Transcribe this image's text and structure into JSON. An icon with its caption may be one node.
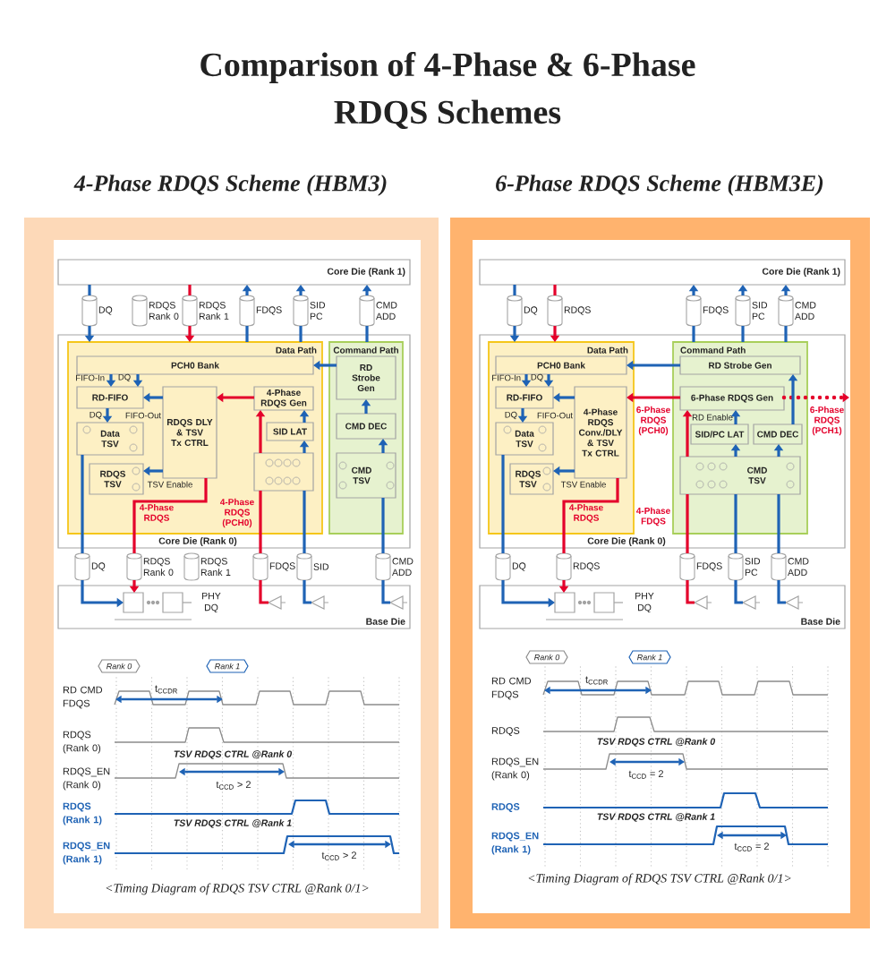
{
  "diagram": {
    "title": "Comparison of 4-Phase & 6-Phase RDQS Schemes",
    "nodes": [
      {
        "text": [
          "4-Phase RDQS Scheme (HBM3)"
        ]
      },
      {
        "text": [
          "Core Die (Rank 1)"
        ],
        "in": 0
      },
      {
        "text": [
          "Core Die (Rank 0)"
        ],
        "in": 0
      },
      {
        "text": [
          "Data Path"
        ],
        "in": 2
      },
      {
        "text": [
          "Command Path"
        ],
        "in": 2
      },
      {
        "text": [
          "PCH0 Bank"
        ],
        "in": 3
      },
      {
        "text": [
          "RD-FIFO"
        ],
        "in": 3
      },
      {
        "text": [
          "Data TSV"
        ],
        "in": 3
      },
      {
        "text": [
          "RDQS TSV"
        ],
        "in": 3
      },
      {
        "text": [
          "RDQS DLY & TSV Tx CTRL"
        ],
        "in": 3
      },
      {
        "text": [
          "4-Phase RDQS Gen"
        ],
        "in": 3
      },
      {
        "text": [
          "SID LAT"
        ],
        "in": 3
      },
      {
        "text": [],
        "shape": "box",
        "in": 3
      },
      {
        "text": [
          "RD Strobe Gen"
        ],
        "in": 4
      },
      {
        "text": [
          "CMD DEC"
        ],
        "in": 4
      },
      {
        "text": [
          "CMD TSV"
        ],
        "in": 4
      },
      {
        "text": [
          "Base Die"
        ],
        "in": 0
      },
      {
        "text": [],
        "shape": "box",
        "in": 16
      },
      {
        "text": [],
        "shape": "box",
        "in": 16
      },
      {
        "text": [],
        "shape": "cylinder",
        "beside": [
          "DQ"
        ],
        "in": 0
      },
      {
        "text": [],
        "shape": "cylinder",
        "beside": [
          "RDQS Rank 0"
        ],
        "in": 0
      },
      {
        "text": [],
        "shape": "cylinder",
        "beside": [
          "RDQS Rank 1"
        ],
        "in": 0
      },
      {
        "text": [],
        "shape": "cylinder",
        "beside": [
          "FDQS"
        ],
        "in": 0
      },
      {
        "text": [],
        "shape": "cylinder",
        "beside": [
          "SID PC"
        ],
        "in": 0
      },
      {
        "text": [],
        "shape": "cylinder",
        "beside": [
          "CMD ADD"
        ],
        "in": 0
      },
      {
        "text": [],
        "shape": "cylinder",
        "beside": [
          "DQ"
        ],
        "in": 0
      },
      {
        "text": [],
        "shape": "cylinder",
        "beside": [
          "RDQS Rank 0"
        ],
        "in": 0
      },
      {
        "text": [],
        "shape": "cylinder",
        "beside": [
          "RDQS Rank 1"
        ],
        "in": 0
      },
      {
        "text": [],
        "shape": "cylinder",
        "beside": [
          "FDQS"
        ],
        "in": 0
      },
      {
        "text": [],
        "shape": "cylinder",
        "beside": [
          "SID"
        ],
        "in": 0
      },
      {
        "text": [],
        "shape": "cylinder",
        "beside": [
          "CMD ADD"
        ],
        "in": 0
      },
      {
        "text": [
          "Rank 0"
        ],
        "in": 0
      },
      {
        "text": [
          "Rank 1"
        ],
        "in": 0
      },
      {
        "text": [
          "6-Phase RDQS Scheme (HBM3E)"
        ]
      },
      {
        "text": [
          "Core Die (Rank 1)"
        ],
        "in": 33
      },
      {
        "text": [
          "Core Die (Rank 0)"
        ],
        "in": 33
      },
      {
        "text": [
          "Data Path"
        ],
        "in": 35
      },
      {
        "text": [
          "Command Path"
        ],
        "in": 35
      },
      {
        "text": [
          "PCH0 Bank"
        ],
        "in": 36
      },
      {
        "text": [
          "RD-FIFO"
        ],
        "in": 36
      },
      {
        "text": [
          "Data TSV"
        ],
        "in": 36
      },
      {
        "text": [
          "RDQS TSV"
        ],
        "in": 36
      },
      {
        "text": [
          "4-Phase RDQS Conv./DLY & TSV Tx CTRL"
        ],
        "in": 36
      },
      {
        "text": [
          "RD Strobe Gen"
        ],
        "in": 37
      },
      {
        "text": [
          "6-Phase RDQS Gen"
        ],
        "in": 37
      },
      {
        "text": [
          "SID/PC LAT"
        ],
        "in": 37
      },
      {
        "text": [
          "CMD DEC"
        ],
        "in": 37
      },
      {
        "text": [
          "CMD TSV"
        ],
        "in": 37
      },
      {
        "text": [
          "Base Die"
        ],
        "in": 33
      },
      {
        "text": [],
        "shape": "box",
        "in": 48
      },
      {
        "text": [],
        "shape": "box",
        "in": 48
      },
      {
        "text": [],
        "shape": "cylinder",
        "beside": [
          "DQ"
        ],
        "in": 33
      },
      {
        "text": [],
        "shape": "cylinder",
        "beside": [
          "RDQS"
        ],
        "in": 33
      },
      {
        "text": [],
        "shape": "cylinder",
        "beside": [
          "FDQS"
        ],
        "in": 33
      },
      {
        "text": [],
        "shape": "cylinder",
        "beside": [
          "SID PC"
        ],
        "in": 33
      },
      {
        "text": [],
        "shape": "cylinder",
        "beside": [
          "CMD ADD"
        ],
        "in": 33
      },
      {
        "text": [],
        "shape": "cylinder",
        "beside": [
          "DQ"
        ],
        "in": 33
      },
      {
        "text": [],
        "shape": "cylinder",
        "beside": [
          "RDQS"
        ],
        "in": 33
      },
      {
        "text": [],
        "shape": "cylinder",
        "beside": [
          "FDQS"
        ],
        "in": 33
      },
      {
        "text": [],
        "shape": "cylinder",
        "beside": [
          "SID PC"
        ],
        "in": 33
      },
      {
        "text": [],
        "shape": "cylinder",
        "beside": [
          "CMD ADD"
        ],
        "in": 33
      },
      {
        "text": [
          "Rank 0"
        ],
        "in": 33
      },
      {
        "text": [
          "Rank 1"
        ],
        "in": 33
      },
      {
        "text": [],
        "shape": "triangle",
        "in": 16
      },
      {
        "text": [],
        "shape": "triangle",
        "in": 16
      },
      {
        "text": [],
        "shape": "triangle",
        "in": 16
      },
      {
        "text": [],
        "shape": "triangle",
        "in": 48
      },
      {
        "text": [],
        "shape": "triangle",
        "in": 48
      },
      {
        "text": [],
        "shape": "triangle",
        "in": 48
      }
    ],
    "edges": [
      {
        "from": 1,
        "to": 19,
        "arrow": "none"
      },
      {
        "from": 19,
        "to": 3,
        "arrow": "to"
      },
      {
        "from": 1,
        "to": 21,
        "arrow": "none",
        "color": "#e4002b"
      },
      {
        "from": 21,
        "to": 3,
        "arrow": "to",
        "color": "#e4002b"
      },
      {
        "from": 3,
        "to": 22,
        "arrow": "none"
      },
      {
        "from": 22,
        "to": 1,
        "arrow": "to"
      },
      {
        "from": 3,
        "to": 23,
        "arrow": "none"
      },
      {
        "from": 23,
        "to": 1,
        "arrow": "to"
      },
      {
        "from": 4,
        "to": 24,
        "arrow": "none"
      },
      {
        "from": 24,
        "to": 1,
        "arrow": "to"
      },
      {
        "from": 13,
        "to": 5,
        "arrow": "to"
      },
      {
        "from": 5,
        "to": 6,
        "arrow": "to",
        "label": "FIFO-In"
      },
      {
        "from": 5,
        "to": 6,
        "arrow": "to",
        "label": "DQ"
      },
      {
        "from": 9,
        "to": 6,
        "arrow": "to",
        "label": "FIFO-Out"
      },
      {
        "from": 6,
        "to": 7,
        "arrow": "to",
        "label": "DQ"
      },
      {
        "from": 10,
        "to": 9,
        "arrow": "to",
        "color": "#e4002b"
      },
      {
        "from": 63,
        "to": 28,
        "arrow": "none",
        "color": "#e4002b"
      },
      {
        "from": 28,
        "to": 12,
        "arrow": "none",
        "label": "4-Phase RDQS (PCH0)",
        "color": "#e4002b"
      },
      {
        "from": 12,
        "to": 10,
        "arrow": "to",
        "color": "#e4002b"
      },
      {
        "from": 64,
        "to": 29,
        "arrow": "none"
      },
      {
        "from": 29,
        "to": 12,
        "arrow": "none"
      },
      {
        "from": 12,
        "to": 11,
        "arrow": "to"
      },
      {
        "from": 11,
        "to": 10,
        "arrow": "to"
      },
      {
        "from": 65,
        "to": 30,
        "arrow": "none"
      },
      {
        "from": 30,
        "to": 15,
        "arrow": "none"
      },
      {
        "from": 15,
        "to": 14,
        "arrow": "to"
      },
      {
        "from": 14,
        "to": 13,
        "arrow": "to"
      },
      {
        "from": 9,
        "to": 8,
        "arrow": "to",
        "label": "TSV Enable"
      },
      {
        "from": 9,
        "to": 26,
        "arrow": "none",
        "label": "4-Phase RDQS",
        "color": "#e4002b"
      },
      {
        "from": 26,
        "to": 17,
        "arrow": "to",
        "color": "#e4002b"
      },
      {
        "from": 7,
        "to": 25,
        "arrow": "none"
      },
      {
        "from": 25,
        "to": 17,
        "arrow": "to"
      },
      {
        "from": 34,
        "to": 51,
        "arrow": "none"
      },
      {
        "from": 51,
        "to": 36,
        "arrow": "to"
      },
      {
        "from": 34,
        "to": 52,
        "arrow": "none",
        "color": "#e4002b"
      },
      {
        "from": 52,
        "to": 36,
        "arrow": "to",
        "color": "#e4002b"
      },
      {
        "from": 37,
        "to": 53,
        "arrow": "none"
      },
      {
        "from": 53,
        "to": 34,
        "arrow": "to"
      },
      {
        "from": 37,
        "to": 54,
        "arrow": "none"
      },
      {
        "from": 54,
        "to": 34,
        "arrow": "to"
      },
      {
        "from": 37,
        "to": 55,
        "arrow": "none"
      },
      {
        "from": 55,
        "to": 34,
        "arrow": "to"
      },
      {
        "from": 43,
        "to": 38,
        "arrow": "to"
      },
      {
        "from": 38,
        "to": 39,
        "arrow": "to",
        "label": "FIFO-In"
      },
      {
        "from": 38,
        "to": 39,
        "arrow": "to",
        "label": "DQ"
      },
      {
        "from": 42,
        "to": 39,
        "arrow": "to",
        "label": "FIFO-Out"
      },
      {
        "from": 39,
        "to": 40,
        "arrow": "to",
        "label": "DQ"
      },
      {
        "from": 44,
        "to": 42,
        "arrow": "to",
        "label": "6-Phase RDQS (PCH0)",
        "color": "#e4002b"
      },
      {
        "from": 44,
        "to": null,
        "arrow": "to",
        "label": "6-Phase RDQS (PCH1)",
        "style": "dashed",
        "color": "#e4002b"
      },
      {
        "from": 66,
        "to": 58,
        "arrow": "none",
        "color": "#e4002b"
      },
      {
        "from": 58,
        "to": 47,
        "arrow": "none",
        "label": "4-Phase FDQS",
        "color": "#e4002b"
      },
      {
        "from": 47,
        "to": 44,
        "arrow": "to",
        "color": "#e4002b"
      },
      {
        "from": 45,
        "to": 44,
        "arrow": "to",
        "label": "RD Enable"
      },
      {
        "from": 67,
        "to": 59,
        "arrow": "none"
      },
      {
        "from": 59,
        "to": 47,
        "arrow": "none"
      },
      {
        "from": 47,
        "to": 45,
        "arrow": "to"
      },
      {
        "from": 68,
        "to": 60,
        "arrow": "none"
      },
      {
        "from": 60,
        "to": 47,
        "arrow": "none"
      },
      {
        "from": 47,
        "to": 46,
        "arrow": "to"
      },
      {
        "from": 46,
        "to": 43,
        "arrow": "to"
      },
      {
        "from": 42,
        "to": 41,
        "arrow": "to",
        "label": "TSV Enable"
      },
      {
        "from": 42,
        "to": 57,
        "arrow": "none",
        "label": "4-Phase RDQS",
        "color": "#e4002b"
      },
      {
        "from": 57,
        "to": 49,
        "arrow": "to",
        "color": "#e4002b"
      },
      {
        "from": 40,
        "to": 56,
        "arrow": "none"
      },
      {
        "from": 56,
        "to": 49,
        "arrow": "to"
      }
    ],
    "labels": [
      "PHY DQ",
      "RD CMD FDQS",
      "t$_{CCDR}$",
      "RDQS (Rank 0)",
      "TSV RDQS CTRL @Rank 0",
      "RDQS_EN (Rank 0)",
      "t$_{CCD}$ > 2",
      "RDQS (Rank 1)",
      "TSV RDQS CTRL @Rank 1",
      "RDQS_EN (Rank 1)",
      "t$_{CCD}$ > 2",
      "<Timing Diagram of RDQS TSV CTRL @Rank 0/1>",
      "PHY DQ",
      "RD CMD FDQS",
      "t$_{CCDR}$",
      "RDQS",
      "TSV RDQS CTRL @Rank 0",
      "RDQS_EN (Rank 0)",
      "t$_{CCD}$ = 2",
      "RDQS",
      "TSV RDQS CTRL @Rank 1",
      "RDQS_EN (Rank 1)",
      "t$_{CCD}$ = 2",
      "<Timing Diagram of RDQS TSV CTRL @Rank 0/1>"
    ]
  }
}
